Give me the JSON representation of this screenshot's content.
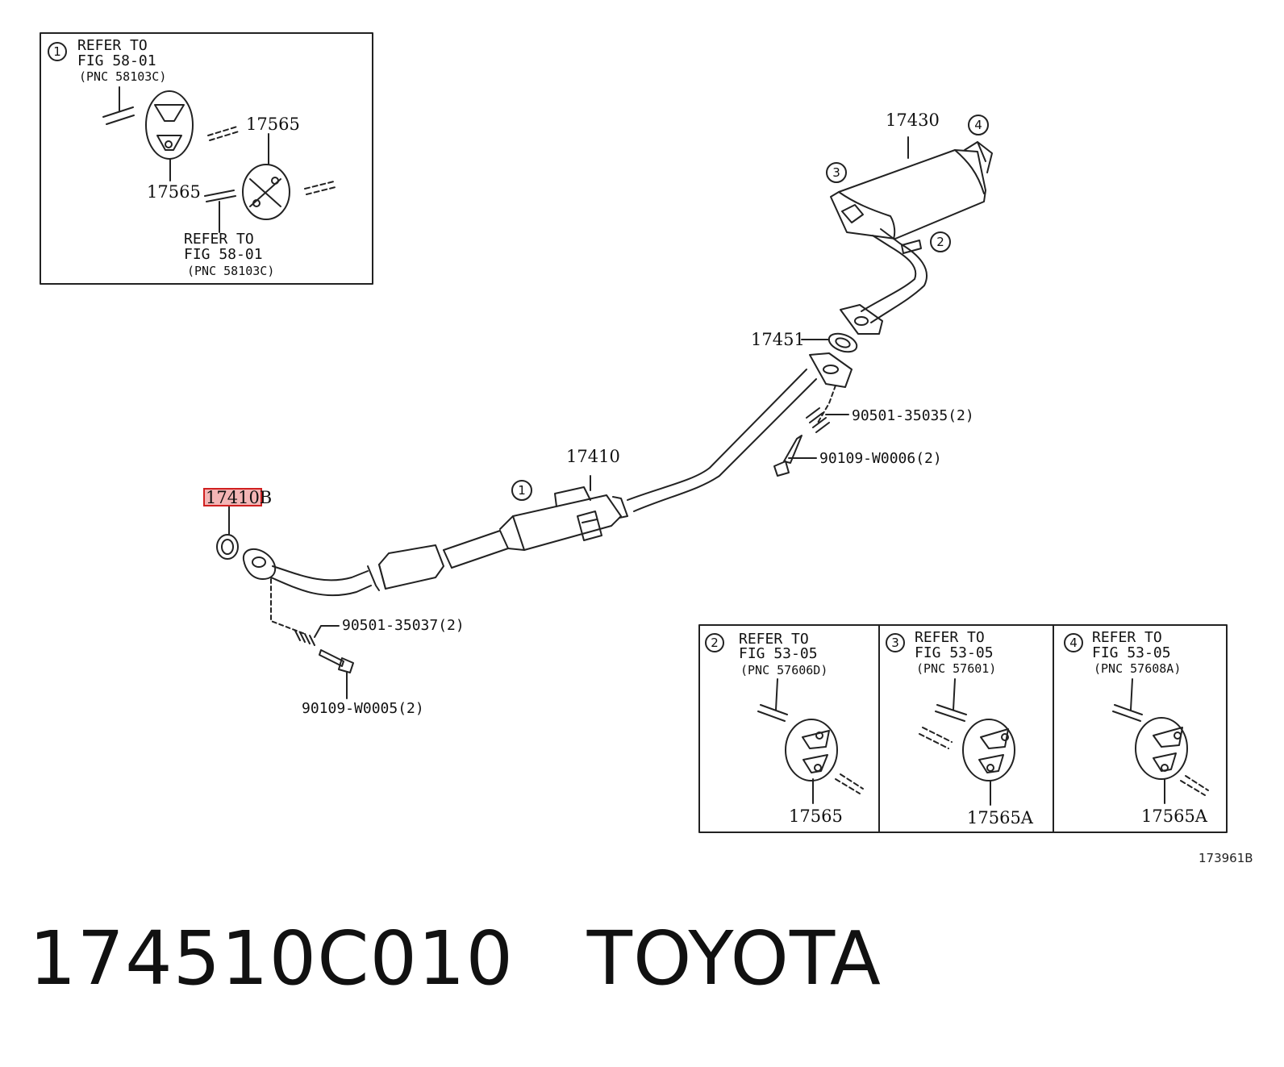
{
  "inset_top": {
    "callout": "1",
    "refer_a": [
      "REFER TO",
      "FIG 58-01",
      "(PNC 58103C)"
    ],
    "refer_b": [
      "REFER TO",
      "FIG 58-01",
      "(PNC 58103C)"
    ],
    "part_a": "17565",
    "part_b": "17565"
  },
  "main": {
    "muffler": "17430",
    "gasket_rear": "17451",
    "center_pipe": "17410",
    "front_gasket_highlighted": "17410B",
    "spring_rear": "90501-35035(2)",
    "bolt_rear": "90109-W0006(2)",
    "spring_front": "90501-35037(2)",
    "bolt_front": "90109-W0005(2)",
    "callouts": [
      "1",
      "2",
      "3",
      "4"
    ]
  },
  "inset_bottom": [
    {
      "callout": "2",
      "refer": [
        "REFER TO",
        "FIG 53-05",
        "(PNC 57606D)"
      ],
      "part": "17565"
    },
    {
      "callout": "3",
      "refer": [
        "REFER TO",
        "FIG 53-05",
        "(PNC 57601)"
      ],
      "part": "17565A"
    },
    {
      "callout": "4",
      "refer": [
        "REFER TO",
        "FIG 53-05",
        "(PNC 57608A)"
      ],
      "part": "17565A"
    }
  ],
  "figure_code": "173961B",
  "caption": {
    "part_number": "174510C010",
    "brand": "TOYOTA"
  },
  "colors": {
    "line": "#222222",
    "highlight_fill": "#f3b5b5",
    "highlight_stroke": "#d02020"
  }
}
